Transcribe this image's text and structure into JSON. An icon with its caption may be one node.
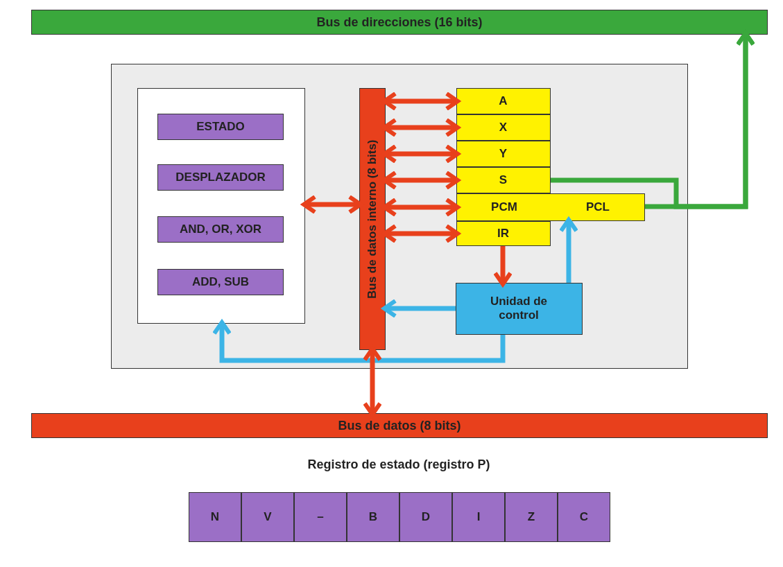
{
  "diagram": {
    "nodes": [
      {
        "text": [
          "Bus de direcciones (16 bits)"
        ]
      },
      {
        "text": [],
        "shape": "box"
      },
      {
        "text": [],
        "shape": "box",
        "in": 1
      },
      {
        "text": [
          "ESTADO"
        ],
        "in": 2
      },
      {
        "text": [
          "DESPLAZADOR"
        ],
        "in": 2
      },
      {
        "text": [
          "AND, OR, XOR"
        ],
        "in": 2
      },
      {
        "text": [
          "ADD, SUB"
        ],
        "in": 2
      },
      {
        "text": [
          "Bus de datos interno (8 bits)"
        ],
        "in": 1
      },
      {
        "text": [
          "A"
        ],
        "in": 1
      },
      {
        "text": [
          "X"
        ],
        "in": 1
      },
      {
        "text": [
          "Y"
        ],
        "in": 1
      },
      {
        "text": [
          "S"
        ],
        "in": 1
      },
      {
        "text": [
          "PCM",
          "PCL"
        ],
        "in": 1
      },
      {
        "text": [
          "IR"
        ],
        "in": 1
      },
      {
        "text": [
          "Unidad de control"
        ],
        "in": 1
      },
      {
        "text": [
          "Bus de datos (8 bits)"
        ]
      },
      {
        "text": [
          "N"
        ]
      },
      {
        "text": [
          "V"
        ]
      },
      {
        "text": [
          "–"
        ]
      },
      {
        "text": [
          "B"
        ]
      },
      {
        "text": [
          "D"
        ]
      },
      {
        "text": [
          "I"
        ]
      },
      {
        "text": [
          "Z"
        ]
      },
      {
        "text": [
          "C"
        ]
      }
    ],
    "edges": [
      {
        "from": 7,
        "to": 2,
        "arrow": "both"
      },
      {
        "from": 7,
        "to": 8,
        "arrow": "both"
      },
      {
        "from": 7,
        "to": 9,
        "arrow": "both"
      },
      {
        "from": 7,
        "to": 10,
        "arrow": "both"
      },
      {
        "from": 7,
        "to": 11,
        "arrow": "both"
      },
      {
        "from": 7,
        "to": 12,
        "arrow": "both"
      },
      {
        "from": 7,
        "to": 13,
        "arrow": "both"
      },
      {
        "from": 13,
        "to": 14,
        "arrow": "to"
      },
      {
        "from": 14,
        "to": 12,
        "arrow": "to",
        "color": "#3cb4e6"
      },
      {
        "from": 14,
        "to": 7,
        "arrow": "to",
        "color": "#3cb4e6"
      },
      {
        "from": 14,
        "to": 2,
        "arrow": "to",
        "color": "#3cb4e6"
      },
      {
        "from": 11,
        "to": 0,
        "arrow": "to",
        "color": "#3aa83c"
      },
      {
        "from": 12,
        "to": 0,
        "arrow": "to",
        "color": "#3aa83c"
      },
      {
        "from": 7,
        "to": 15,
        "arrow": "both"
      }
    ],
    "labels": [
      "Registro de estado (registro P)"
    ]
  }
}
